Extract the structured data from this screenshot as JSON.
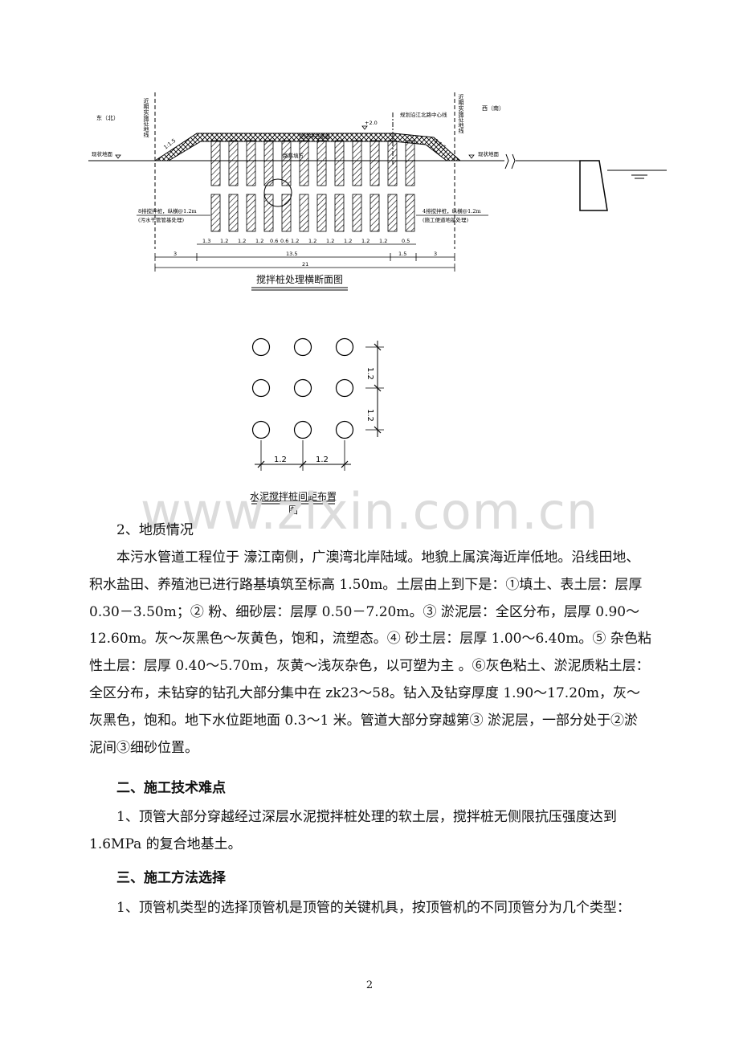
{
  "figure1": {
    "east_label": "东（北）",
    "west_label": "西（南）",
    "left_boundary": "近期实施征地线",
    "right_boundary": "近期实施征地线",
    "road_centerline": "规划沿江北路中心线",
    "level_mark": "+2.0",
    "surface_left": "现状地面",
    "surface_right": "现状地面",
    "top_layer": "泥结碎石路面",
    "fill_label": "路基填方",
    "slope_left": "1:1.5",
    "slope_right": "1:1.5",
    "pile_left_line1": "8排搅拌桩，纵横@1.2m",
    "pile_left_line2": "(污水干管管基处理)",
    "pile_right_line1": "4排搅拌桩，纵横@1.2m",
    "pile_right_line2": "(施工便道地基处理)",
    "dims_row1": [
      "1.3",
      "1.2",
      "1.2",
      "1.2",
      "0.6",
      "0.6",
      "1.2",
      "1.2",
      "1.2",
      "1.2",
      "1.2",
      "1.2",
      "0.5"
    ],
    "dims_row2": [
      "3",
      "13.5",
      "1.5",
      "3"
    ],
    "dims_total": "21",
    "caption": "搅拌桩处理横断面图"
  },
  "figure2": {
    "spacing_v1": "1.2",
    "spacing_v2": "1.2",
    "spacing_h1": "1.2",
    "spacing_h2": "1.2",
    "caption": "水泥搅拌桩间距布置图"
  },
  "watermark": "www.zixin.com.cn",
  "body": {
    "p1": "2、地质情况",
    "p2": "本污水管道工程位于 濠江南侧，广澳湾北岸陆域。地貌上属滨海近岸低地。沿线田地、积水盐田、养殖池已进行路基填筑至标高 1.50m。土层由上到下是：①填土、表土层：层厚 0.30－3.50m；② 粉、细砂层：层厚 0.50－7.20m。③ 淤泥层：全区分布，层厚 0.90～12.60m。灰～灰黑色～灰黄色，饱和，流塑态。④ 砂土层：层厚 1.00～6.40m。⑤ 杂色粘性土层：层厚 0.40～5.70m，灰黄～浅灰杂色，以可塑为主 。⑥灰色粘土、淤泥质粘土层：全区分布，未钻穿的钻孔大部分集中在 zk23～58。钻入及钻穿厚度 1.90～17.20m，灰～灰黑色，饱和。地下水位距地面 0.3～1 米。管道大部分穿越第③ 淤泥层，一部分处于②淤泥间③细砂位置。",
    "h2": "二、施工技术难点",
    "p3": "1、顶管大部分穿越经过深层水泥搅拌桩处理的软土层，搅拌桩无侧限抗压强度达到 1.6MPa 的复合地基土。",
    "h3": "三、施工方法选择",
    "p4": "1、顶管机类型的选择顶管机是顶管的关键机具，按顶管机的不同顶管分为几个类型："
  },
  "page_number": "2"
}
